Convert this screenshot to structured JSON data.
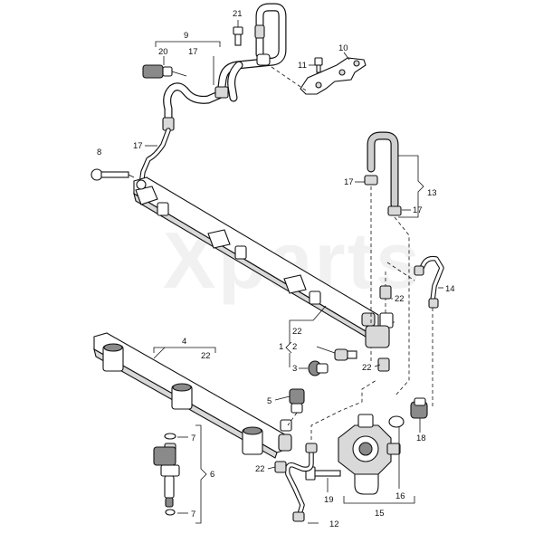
{
  "diagram": {
    "watermark": "Xparts",
    "callouts": {
      "c21": "21",
      "c9": "9",
      "c17_top": "17",
      "c20": "20",
      "c10": "10",
      "c11": "11",
      "c8": "8",
      "c17_left": "17",
      "c17_r1": "17",
      "c17_r2": "17",
      "c13": "13",
      "c14": "14",
      "c22_a": "22",
      "c22_b": "22",
      "c1": "1",
      "c2": "2",
      "c3": "3",
      "c22_c": "22",
      "c4": "4",
      "c22_d": "22",
      "c5": "5",
      "c7_top": "7",
      "c6": "6",
      "c7_bot": "7",
      "c22_e": "22",
      "c18": "18",
      "c16": "16",
      "c19": "19",
      "c15": "15",
      "c12": "12"
    }
  }
}
